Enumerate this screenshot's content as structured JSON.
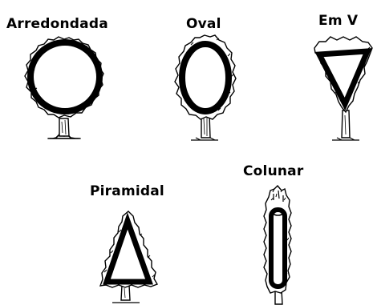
{
  "diagram": {
    "shapes": [
      {
        "id": "arredondada",
        "label": "Arredondada"
      },
      {
        "id": "oval",
        "label": "Oval"
      },
      {
        "id": "em-v",
        "label": "Em V"
      },
      {
        "id": "piramidal",
        "label": "Piramidal"
      },
      {
        "id": "colunar",
        "label": "Colunar"
      }
    ]
  }
}
